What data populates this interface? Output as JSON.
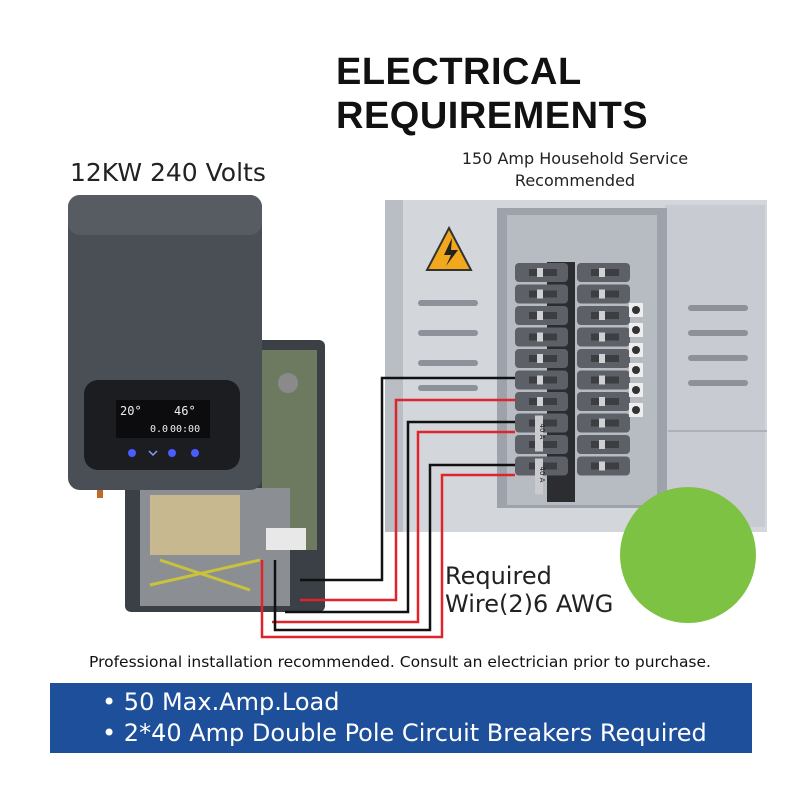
{
  "title_line1": "ELECTRICAL",
  "title_line2": "REQUIREMENTS",
  "heater_label": "12KW 240 Volts",
  "service_line1": "150 Amp Household Service",
  "service_line2": "Recommended",
  "wire_line1": "Required",
  "wire_line2": "Wire(2)6 AWG",
  "display": {
    "temp_left": "20°",
    "temp_right": "46°",
    "flow": "0.0",
    "time": "00:00"
  },
  "breaker_label": "40 A",
  "disclaimer": "Professional installation recommended. Consult an electrician prior to purchase.",
  "bullets": [
    "50 Max.Amp.Load",
    "2*40 Amp Double Pole Circuit Breakers Required"
  ],
  "colors": {
    "banner": "#1e4f9a",
    "accent_circle": "#7dc242",
    "wire_red": "#e0242b",
    "wire_black": "#111111",
    "warning": "#f2a81d"
  },
  "icons": [
    "warning-high-voltage-icon"
  ]
}
